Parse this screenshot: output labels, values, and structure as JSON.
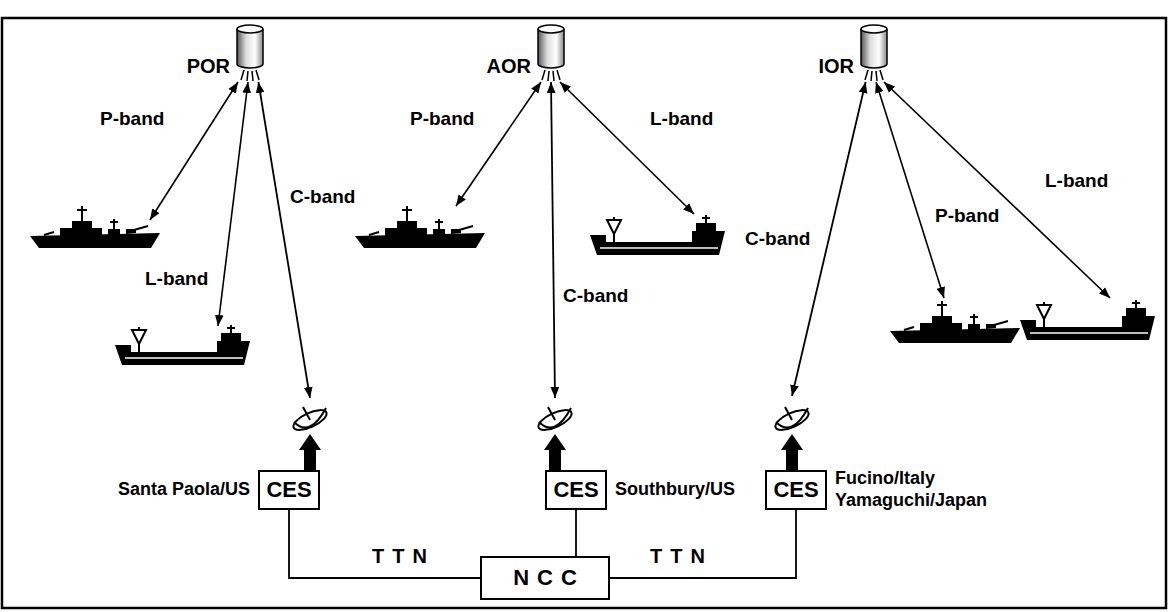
{
  "diagram": {
    "nodes": [
      {
        "text": [
          "POR"
        ]
      },
      {
        "text": [
          "AOR"
        ]
      },
      {
        "text": [
          "IOR"
        ]
      },
      {
        "text": [
          "CES",
          "Santa Paola/US"
        ]
      },
      {
        "text": [
          "CES",
          "Southbury/US"
        ]
      },
      {
        "text": [
          "CES",
          "Fucino/Italy Yamaguchi/Japan"
        ]
      },
      {
        "text": [
          "NCC"
        ]
      }
    ],
    "edges": [
      {
        "from": 0,
        "to": 3,
        "label": "C-band",
        "arrow": "both"
      },
      {
        "from": 1,
        "to": 4,
        "label": "C-band",
        "arrow": "both"
      },
      {
        "from": 2,
        "to": 5,
        "label": "C-band",
        "arrow": "both"
      },
      {
        "from": 3,
        "to": 6,
        "label": "TTN",
        "arrow": "none"
      },
      {
        "from": 4,
        "to": 6,
        "arrow": "none"
      },
      {
        "from": 5,
        "to": 6,
        "label": "TTN",
        "arrow": "none"
      }
    ],
    "labels": [
      "P-band",
      "L-band",
      "P-band",
      "L-band",
      "P-band",
      "L-band"
    ]
  }
}
